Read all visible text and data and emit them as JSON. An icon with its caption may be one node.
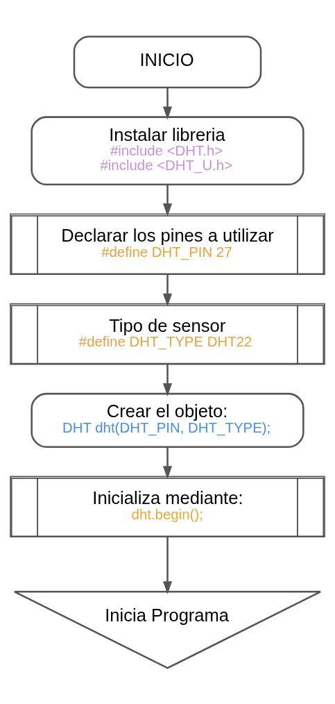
{
  "diagram": {
    "nodes": [
      {
        "text": [
          "INICIO"
        ]
      },
      {
        "text": [
          "Instalar libreria",
          "#include <DHT.h>",
          "#include <DHT_U.h>"
        ]
      },
      {
        "text": [
          "Declarar los pines a utilizar",
          "#define DHT_PIN 27"
        ]
      },
      {
        "text": [
          "Tipo de sensor",
          "#define DHT_TYPE DHT22"
        ]
      },
      {
        "text": [
          "Crear el objeto:",
          "DHT dht(DHT_PIN, DHT_TYPE);"
        ]
      },
      {
        "text": [
          "Inicializa mediante:",
          "dht.begin();"
        ]
      },
      {
        "text": [
          "Inicia Programa"
        ]
      }
    ],
    "edges": [
      {
        "from": 0,
        "to": 1,
        "arrow": "to"
      },
      {
        "from": 1,
        "to": 2,
        "arrow": "to"
      },
      {
        "from": 2,
        "to": 3,
        "arrow": "to"
      },
      {
        "from": 3,
        "to": 4,
        "arrow": "to"
      },
      {
        "from": 4,
        "to": 5,
        "arrow": "to"
      },
      {
        "from": 5,
        "to": 6,
        "arrow": "to"
      }
    ]
  }
}
